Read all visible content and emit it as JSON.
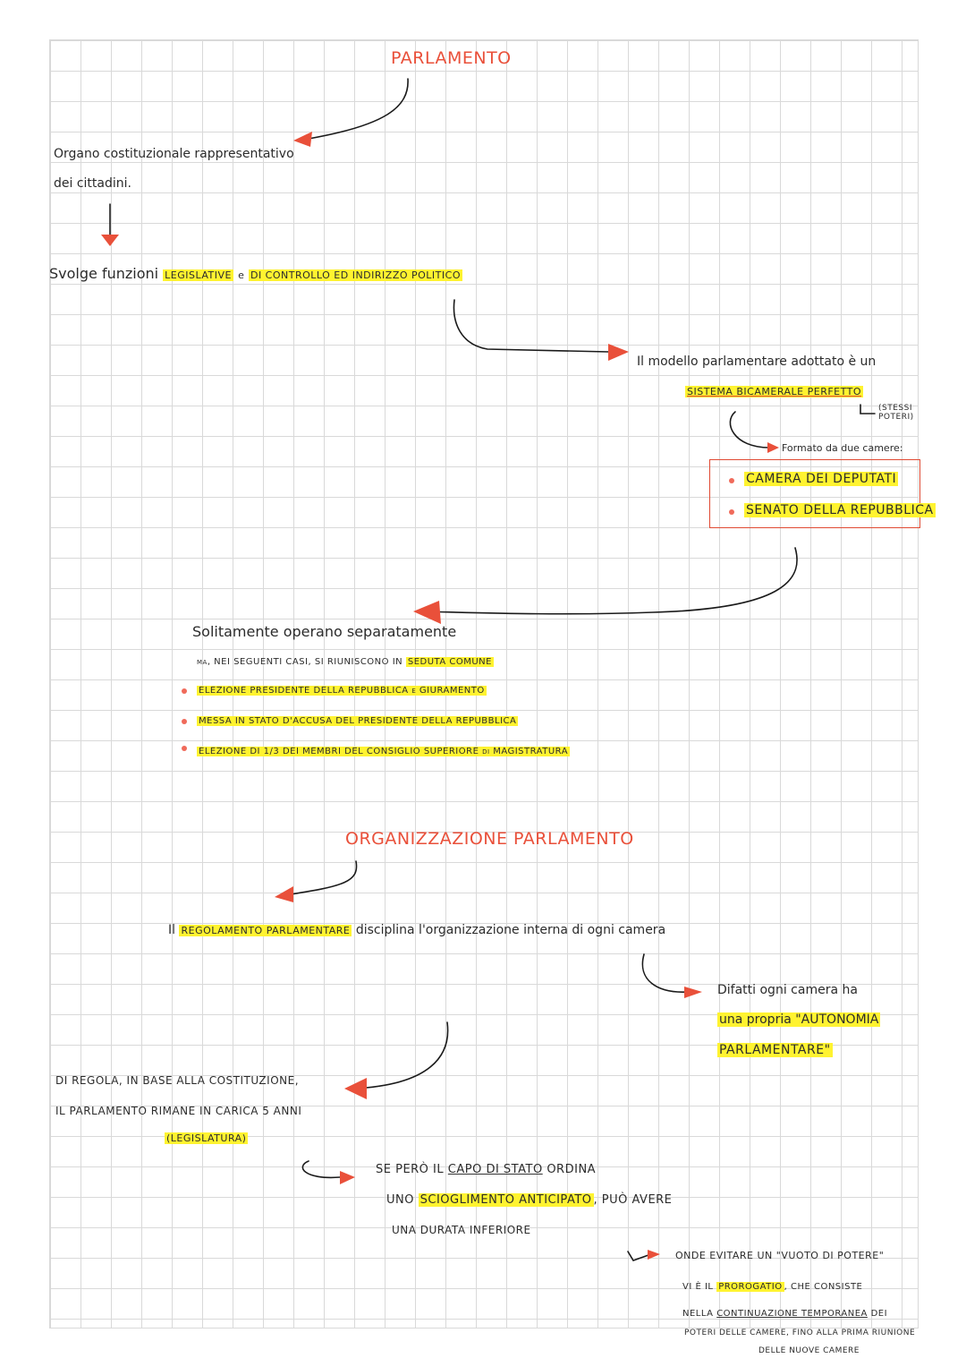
{
  "title": "PARLAMENTO",
  "definition": {
    "line1": "Organo costituzionale rappresentativo",
    "line2": "dei cittadini."
  },
  "functions": {
    "prefix": "Svolge funzioni",
    "legislative": "LEGISLATIVE",
    "and": "e",
    "control": "DI CONTROLLO ED INDIRIZZO POLITICO"
  },
  "model": {
    "line1": "Il modello parlamentare adottato è un",
    "system": "SISTEMA BICAMERALE PERFETTO",
    "same_powers": "(STESSI POTERI)",
    "formed_by": "Formato da due camere:",
    "chambers": [
      "CAMERA DEI DEPUTATI",
      "SENATO DELLA REPUBBLICA"
    ]
  },
  "joint": {
    "line1": "Solitamente operano separatamente",
    "line2_prefix": "ma, NEI SEGUENTI CASI, SI RIUNISCONO IN",
    "line2_hl": "SEDUTA COMUNE",
    "cases": [
      "ELEZIONE PRESIDENTE DELLA REPUBBLICA e GIURAMENTO",
      "MESSA IN STATO D'ACCUSA DEL PRESIDENTE DELLA REPUBBLICA",
      "ELEZIONE DI 1/3 DEI MEMBRI DEL CONSIGLIO SUPERIORE di MAGISTRATURA"
    ]
  },
  "organization": {
    "title": "ORGANIZZAZIONE PARLAMENTO",
    "line_prefix": "Il",
    "regulation": "REGOLAMENTO PARLAMENTARE",
    "line_suffix": "disciplina l'organizzazione interna di ogni camera",
    "autonomy_line1": "Difatti ogni camera ha",
    "autonomy_line2": "una propria \"AUTONOMIA",
    "autonomy_line3": "PARLAMENTARE\""
  },
  "duration": {
    "line1": "DI REGOLA, IN BASE ALLA COSTITUZIONE,",
    "line2": "IL PARLAMENTO RIMANE IN CARICA 5 ANNI",
    "line3": "(LEGISLATURA)",
    "dissolution_line1_prefix": "SE PERÒ IL",
    "dissolution_head": "CAPO DI STATO",
    "dissolution_line1_suffix": "ORDINA",
    "dissolution_line2_prefix": "UNO",
    "dissolution_line2_hl": "SCIOGLIMENTO ANTICIPATO",
    "dissolution_line2_suffix": ", PUÒ AVERE",
    "dissolution_line3": "UNA DURATA INFERIORE",
    "prorogatio_line1": "ONDE EVITARE UN \"VUOTO DI POTERE\"",
    "prorogatio_line2_prefix": "VI È IL",
    "prorogatio_hl": "PROROGATIO",
    "prorogatio_line2_suffix": ", CHE CONSISTE",
    "prorogatio_line3_prefix": "NELLA",
    "prorogatio_line3_u": "CONTINUAZIONE TEMPORANEA",
    "prorogatio_line3_suffix": "DEI",
    "prorogatio_line4": "POTERI DELLE CAMERE, FINO ALLA PRIMA RIUNIONE",
    "prorogatio_line5": "DELLE NUOVE CAMERE"
  },
  "colors": {
    "accent_red": "#e9503a",
    "highlight_yellow": "#fff330",
    "grid": "#d9d9d9"
  }
}
